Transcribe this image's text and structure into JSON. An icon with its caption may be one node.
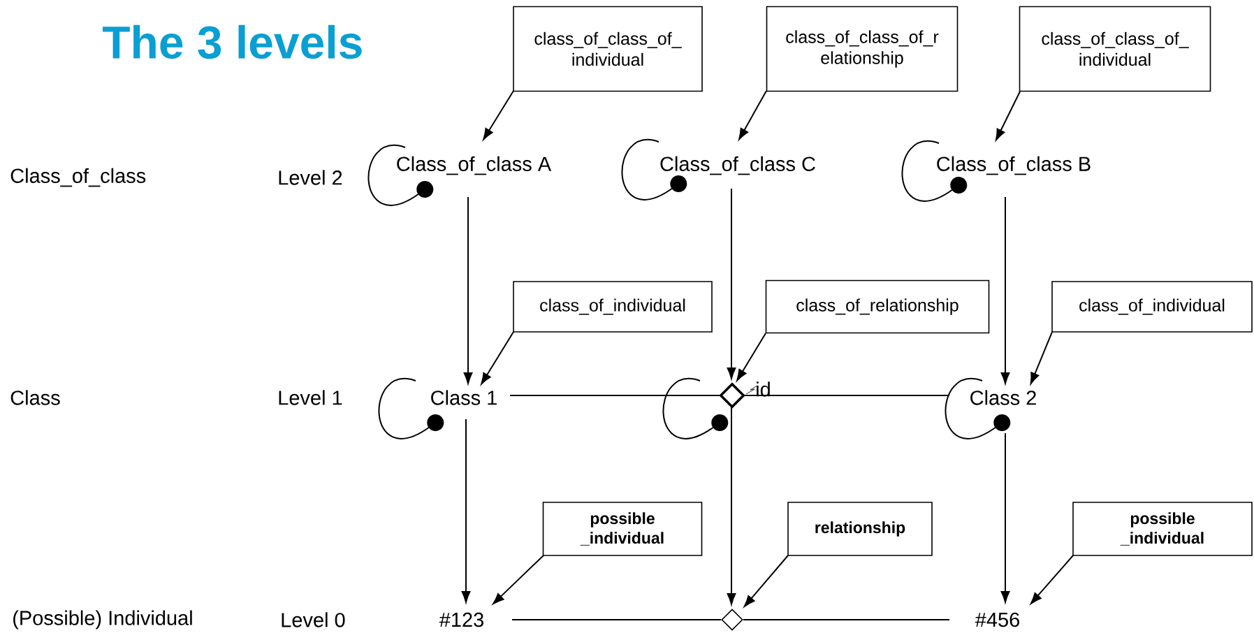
{
  "diagram": {
    "title": "The 3 levels",
    "nodes": [
      {
        "text": [
          "class_of_class_of_ individual"
        ]
      },
      {
        "text": [
          "class_of_class_of_r elationship"
        ]
      },
      {
        "text": [
          "class_of_class_of_ individual"
        ]
      },
      {
        "text": [
          "Class_of_class A"
        ]
      },
      {
        "text": [
          "Class_of_class C"
        ]
      },
      {
        "text": [
          "Class_of_class B"
        ]
      },
      {
        "text": [
          "class_of_individual"
        ]
      },
      {
        "text": [
          "class_of_relationship"
        ]
      },
      {
        "text": [
          "class_of_individual"
        ]
      },
      {
        "text": [
          "Class 1"
        ]
      },
      {
        "text": [],
        "shape": "diamond",
        "beside": [
          "id"
        ]
      },
      {
        "text": [
          "Class 2"
        ]
      },
      {
        "text": [
          "possible _individual"
        ]
      },
      {
        "text": [
          "relationship"
        ]
      },
      {
        "text": [
          "possible _individual"
        ]
      },
      {
        "text": [
          "#123"
        ]
      },
      {
        "text": [],
        "shape": "diamond"
      },
      {
        "text": [
          "#456"
        ]
      }
    ],
    "edges": [
      {
        "from": 0,
        "to": 3,
        "arrow": "to"
      },
      {
        "from": 1,
        "to": 4,
        "arrow": "to"
      },
      {
        "from": 2,
        "to": 5,
        "arrow": "to"
      },
      {
        "from": 3,
        "to": 3,
        "arrow": "other"
      },
      {
        "from": 4,
        "to": 4,
        "arrow": "other"
      },
      {
        "from": 5,
        "to": 5,
        "arrow": "other"
      },
      {
        "from": 3,
        "to": 9,
        "arrow": "to"
      },
      {
        "from": 4,
        "to": 10,
        "arrow": "to"
      },
      {
        "from": 5,
        "to": 11,
        "arrow": "to"
      },
      {
        "from": 6,
        "to": 9,
        "arrow": "to"
      },
      {
        "from": 7,
        "to": 10,
        "arrow": "to"
      },
      {
        "from": 8,
        "to": 11,
        "arrow": "to"
      },
      {
        "from": 9,
        "to": 9,
        "arrow": "other"
      },
      {
        "from": 10,
        "to": 10,
        "arrow": "other"
      },
      {
        "from": 11,
        "to": 11,
        "arrow": "other"
      },
      {
        "from": 9,
        "to": 10,
        "arrow": "none"
      },
      {
        "from": 10,
        "to": 11,
        "arrow": "none"
      },
      {
        "from": 9,
        "to": 15,
        "arrow": "to"
      },
      {
        "from": 10,
        "to": 16,
        "arrow": "to"
      },
      {
        "from": 11,
        "to": 17,
        "arrow": "to"
      },
      {
        "from": 12,
        "to": 15,
        "arrow": "to"
      },
      {
        "from": 13,
        "to": 16,
        "arrow": "to"
      },
      {
        "from": 14,
        "to": 17,
        "arrow": "to"
      },
      {
        "from": 15,
        "to": 16,
        "arrow": "none"
      },
      {
        "from": 16,
        "to": 17,
        "arrow": "none"
      }
    ],
    "labels": [
      "Class_of_class",
      "Level 2",
      "Class",
      "Level 1",
      "(Possible) Individual",
      "Level 0"
    ]
  }
}
